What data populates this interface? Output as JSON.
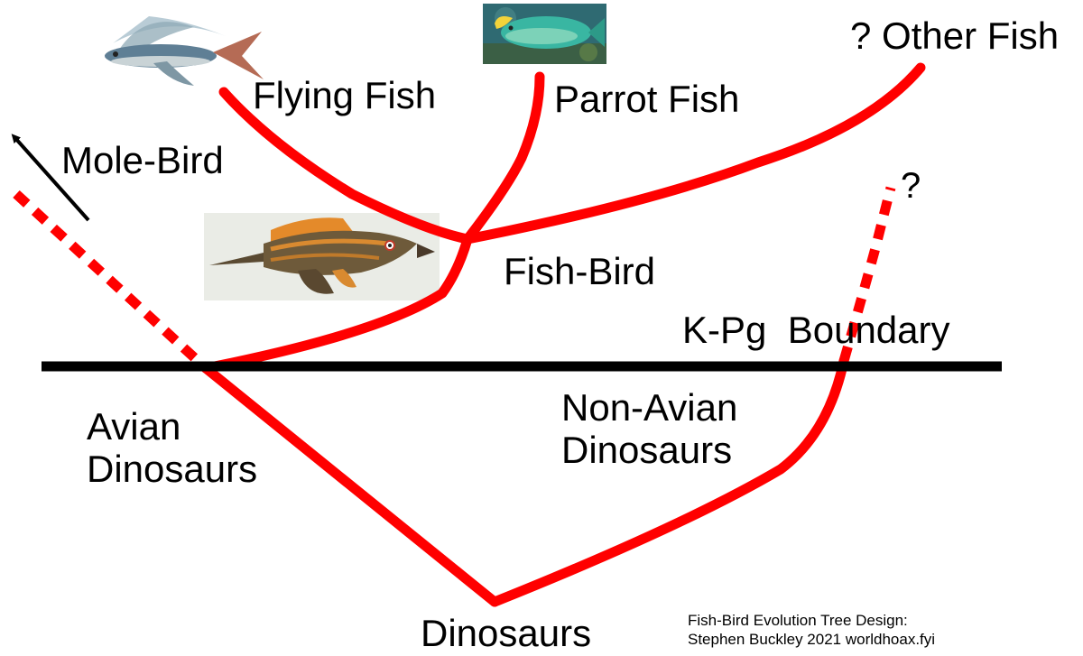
{
  "colors": {
    "branch": "#ff0000",
    "boundary": "#000000",
    "arrow": "#000000",
    "background": "#ffffff"
  },
  "labels": {
    "flying_fish": "Flying Fish",
    "parrot_fish": "Parrot Fish",
    "other_fish": "? Other Fish",
    "mole_bird": "Mole-Bird",
    "unknown": "?",
    "fish_bird": "Fish-Bird",
    "kpg_boundary": "K-Pg  Boundary",
    "avian_line1": "Avian",
    "avian_line2": "Dinosaurs",
    "non_avian_line1": "Non-Avian",
    "non_avian_line2": "Dinosaurs",
    "dinosaurs": "Dinosaurs"
  },
  "credit": {
    "line1": "Fish-Bird Evolution Tree Design:",
    "line2": "Stephen Buckley 2021 worldhoax.fyi"
  },
  "icons": {
    "flying_fish": "flying-fish-illustration",
    "parrot_fish": "parrot-fish-photo",
    "fish_bird": "fish-bird-illustration",
    "mole_bird_arrow": "arrow-up-left-icon"
  }
}
